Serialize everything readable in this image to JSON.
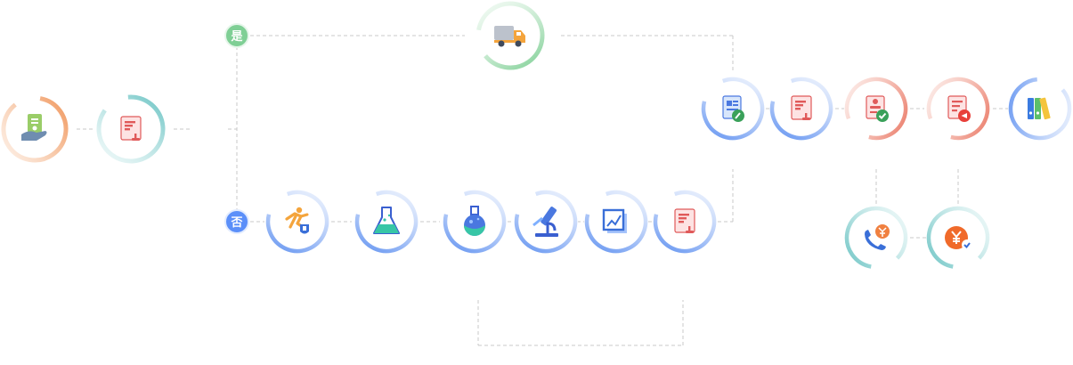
{
  "badges": {
    "yes": {
      "label": "是",
      "color": "#7fcf95"
    },
    "no": {
      "label": "否",
      "color": "#5b8ff9"
    }
  },
  "colors": {
    "orange": "#f2a26b",
    "teal": "#7ecbcb",
    "green": "#8fd29f",
    "blue": "#7aa6f0",
    "red": "#ee8a7a",
    "connector": "#c9c9c9"
  },
  "nodes": [
    {
      "id": "n1",
      "icon": "hand-document-icon",
      "ring": "orange"
    },
    {
      "id": "n2",
      "icon": "stamped-document-icon",
      "ring": "teal"
    },
    {
      "id": "n3",
      "icon": "delivery-truck-icon",
      "ring": "green"
    },
    {
      "id": "n4",
      "icon": "runner-badge-icon",
      "ring": "blue"
    },
    {
      "id": "n5",
      "icon": "conical-flask-icon",
      "ring": "blue"
    },
    {
      "id": "n6",
      "icon": "round-flask-icon",
      "ring": "blue"
    },
    {
      "id": "n7",
      "icon": "microscope-icon",
      "ring": "blue"
    },
    {
      "id": "n8",
      "icon": "chart-report-icon",
      "ring": "blue"
    },
    {
      "id": "n9",
      "icon": "stamped-document-icon",
      "ring": "blue"
    },
    {
      "id": "n10",
      "icon": "edit-document-icon",
      "ring": "blue"
    },
    {
      "id": "n11",
      "icon": "stamped-document-icon",
      "ring": "blue"
    },
    {
      "id": "n12",
      "icon": "approved-document-icon",
      "ring": "red"
    },
    {
      "id": "n13",
      "icon": "send-document-icon",
      "ring": "red"
    },
    {
      "id": "n14",
      "icon": "binders-icon",
      "ring": "blue"
    },
    {
      "id": "n15",
      "icon": "phone-payment-icon",
      "ring": "teal"
    },
    {
      "id": "n16",
      "icon": "yuan-coin-icon",
      "ring": "teal"
    }
  ]
}
